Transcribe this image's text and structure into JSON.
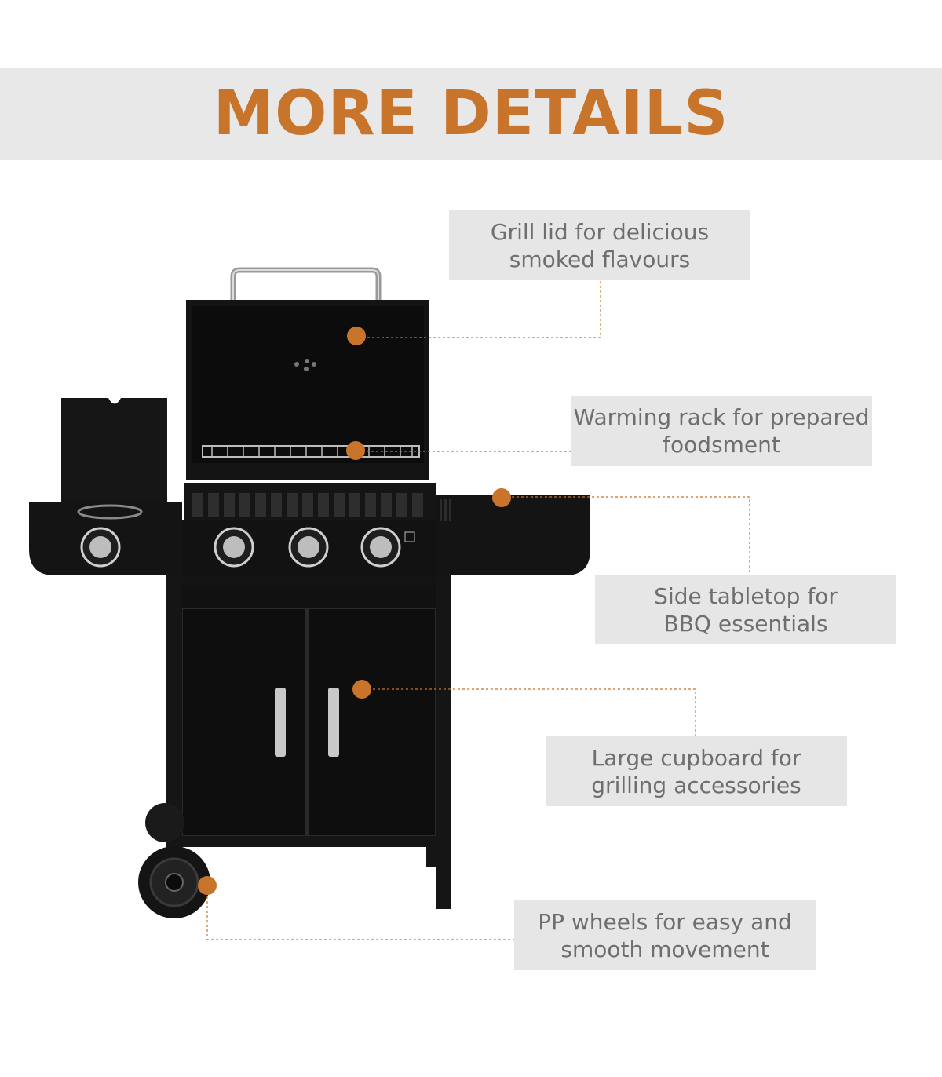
{
  "header": {
    "title": "MORE DETAILS"
  },
  "callouts": {
    "lid": {
      "line1": "Grill lid for delicious",
      "line2": "smoked flavours"
    },
    "rack": {
      "line1": "Warming rack for prepared",
      "line2": "foodsment"
    },
    "side": {
      "line1": "Side tabletop for",
      "line2": "BBQ essentials"
    },
    "cupboard": {
      "line1": "Large cupboard for",
      "line2": "grilling accessories"
    },
    "wheels": {
      "line1": "PP wheels for easy and",
      "line2": "smooth movement"
    }
  },
  "colors": {
    "accent": "#c8742a",
    "callout_bg": "#e6e6e6",
    "callout_text": "#6e6e6e",
    "grill": "#141414"
  }
}
